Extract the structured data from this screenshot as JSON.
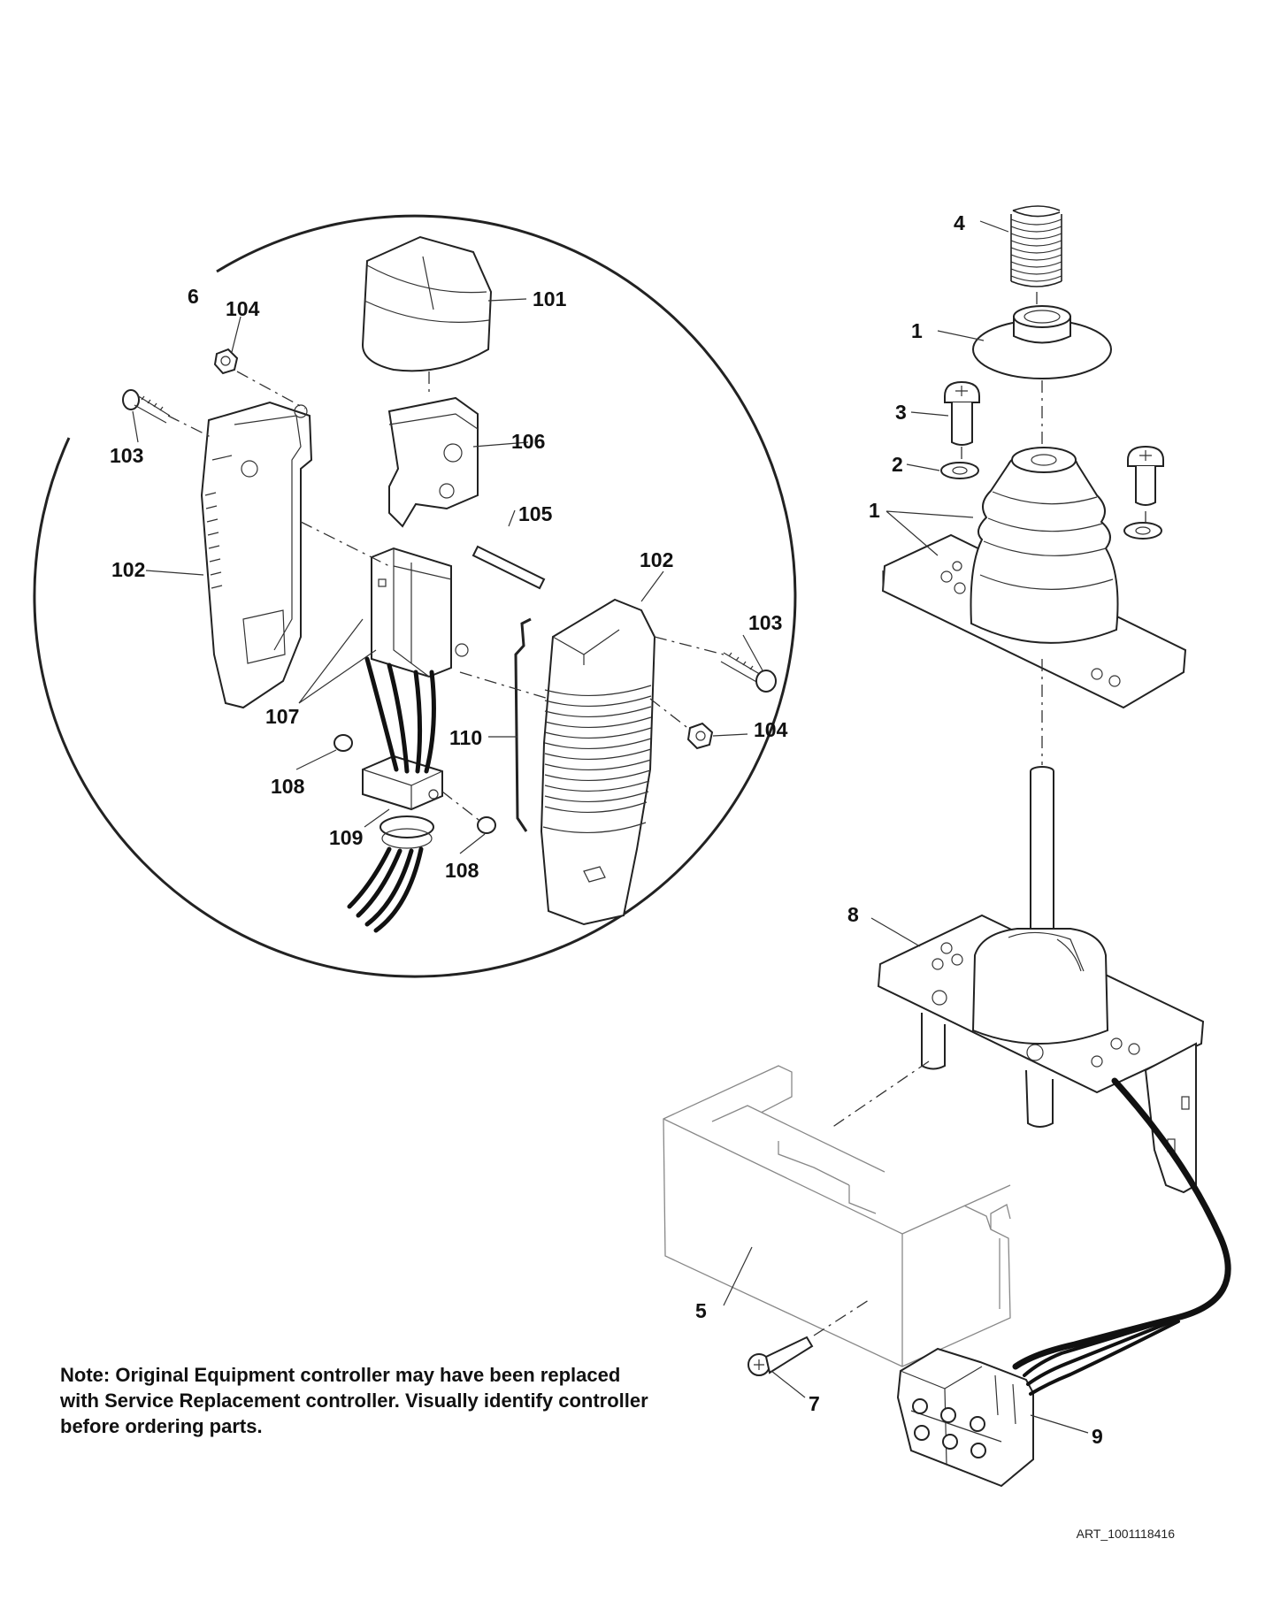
{
  "callouts": {
    "c1a": "1",
    "c1b": "1",
    "c2": "2",
    "c3": "3",
    "c4": "4",
    "c5": "5",
    "c6": "6",
    "c7": "7",
    "c8": "8",
    "c9": "9",
    "c101": "101",
    "c102a": "102",
    "c102b": "102",
    "c103a": "103",
    "c103b": "103",
    "c104a": "104",
    "c104b": "104",
    "c105": "105",
    "c106": "106",
    "c107": "107",
    "c108a": "108",
    "c108b": "108",
    "c109": "109",
    "c110": "110"
  },
  "note": {
    "line1": "Note: Original Equipment controller may have been replaced",
    "line2": "with Service Replacement controller.  Visually identify controller",
    "line3": "before ordering parts."
  },
  "art_id": "ART_1001118416"
}
